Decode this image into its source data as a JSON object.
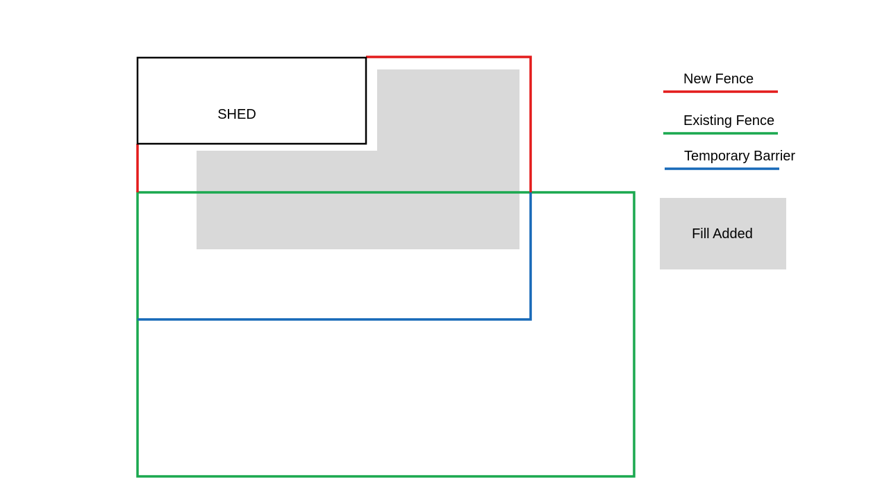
{
  "shed": {
    "label": "SHED",
    "border_color": "#000000"
  },
  "fill_area": {
    "color": "#d9d9d9"
  },
  "legend": {
    "items": [
      {
        "label": "New Fence",
        "color": "#e31b1b"
      },
      {
        "label": "Existing Fence",
        "color": "#1aa84f"
      },
      {
        "label": "Temporary Barrier",
        "color": "#1769b8"
      }
    ],
    "fill_item": {
      "label": "Fill Added",
      "color": "#d9d9d9"
    }
  }
}
